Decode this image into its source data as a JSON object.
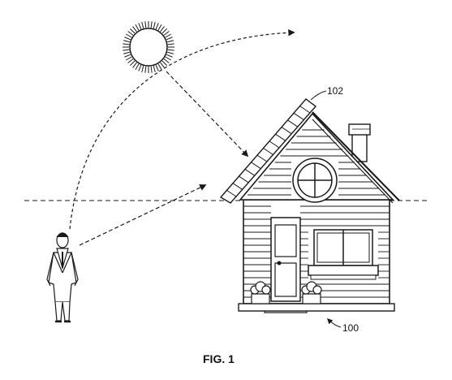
{
  "figure": {
    "caption": "FIG. 1",
    "labels": {
      "solar_panel_ref": "102",
      "house_ref": "100"
    }
  },
  "colors": {
    "ink": "#1a1a1a",
    "background": "#ffffff",
    "suit": "#2a2a2a"
  }
}
